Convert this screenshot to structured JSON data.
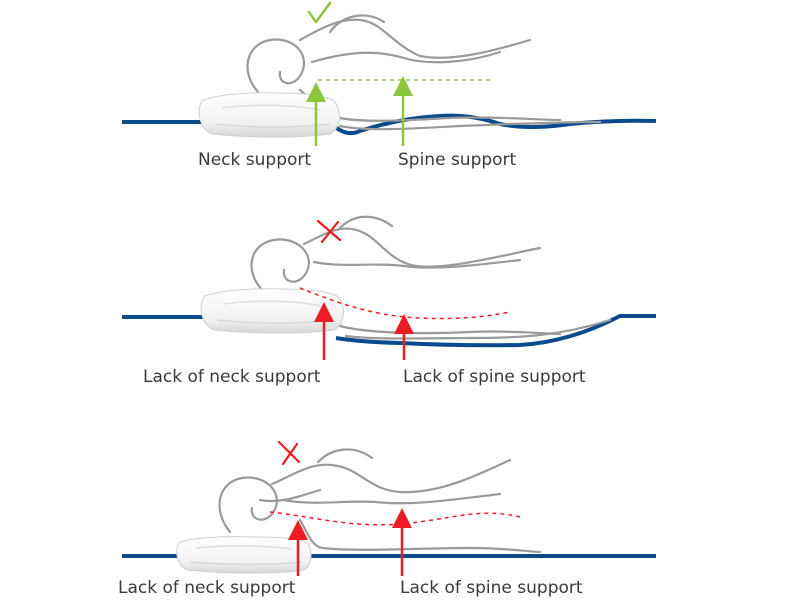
{
  "colors": {
    "mattress": "#0b4a8b",
    "good": "#8cc63f",
    "bad": "#ec1c24",
    "figure": "#9a9a9a",
    "label": "#3a3a3a"
  },
  "panels": [
    {
      "status": "correct",
      "mark_icon": "checkmark-icon",
      "neck_label": "Neck support",
      "spine_label": "Spine support"
    },
    {
      "status": "incorrect",
      "mark_icon": "cross-icon",
      "neck_label": "Lack of neck support",
      "spine_label": "Lack of spine support"
    },
    {
      "status": "incorrect",
      "mark_icon": "cross-icon",
      "neck_label": "Lack of neck support",
      "spine_label": "Lack of spine support"
    }
  ]
}
